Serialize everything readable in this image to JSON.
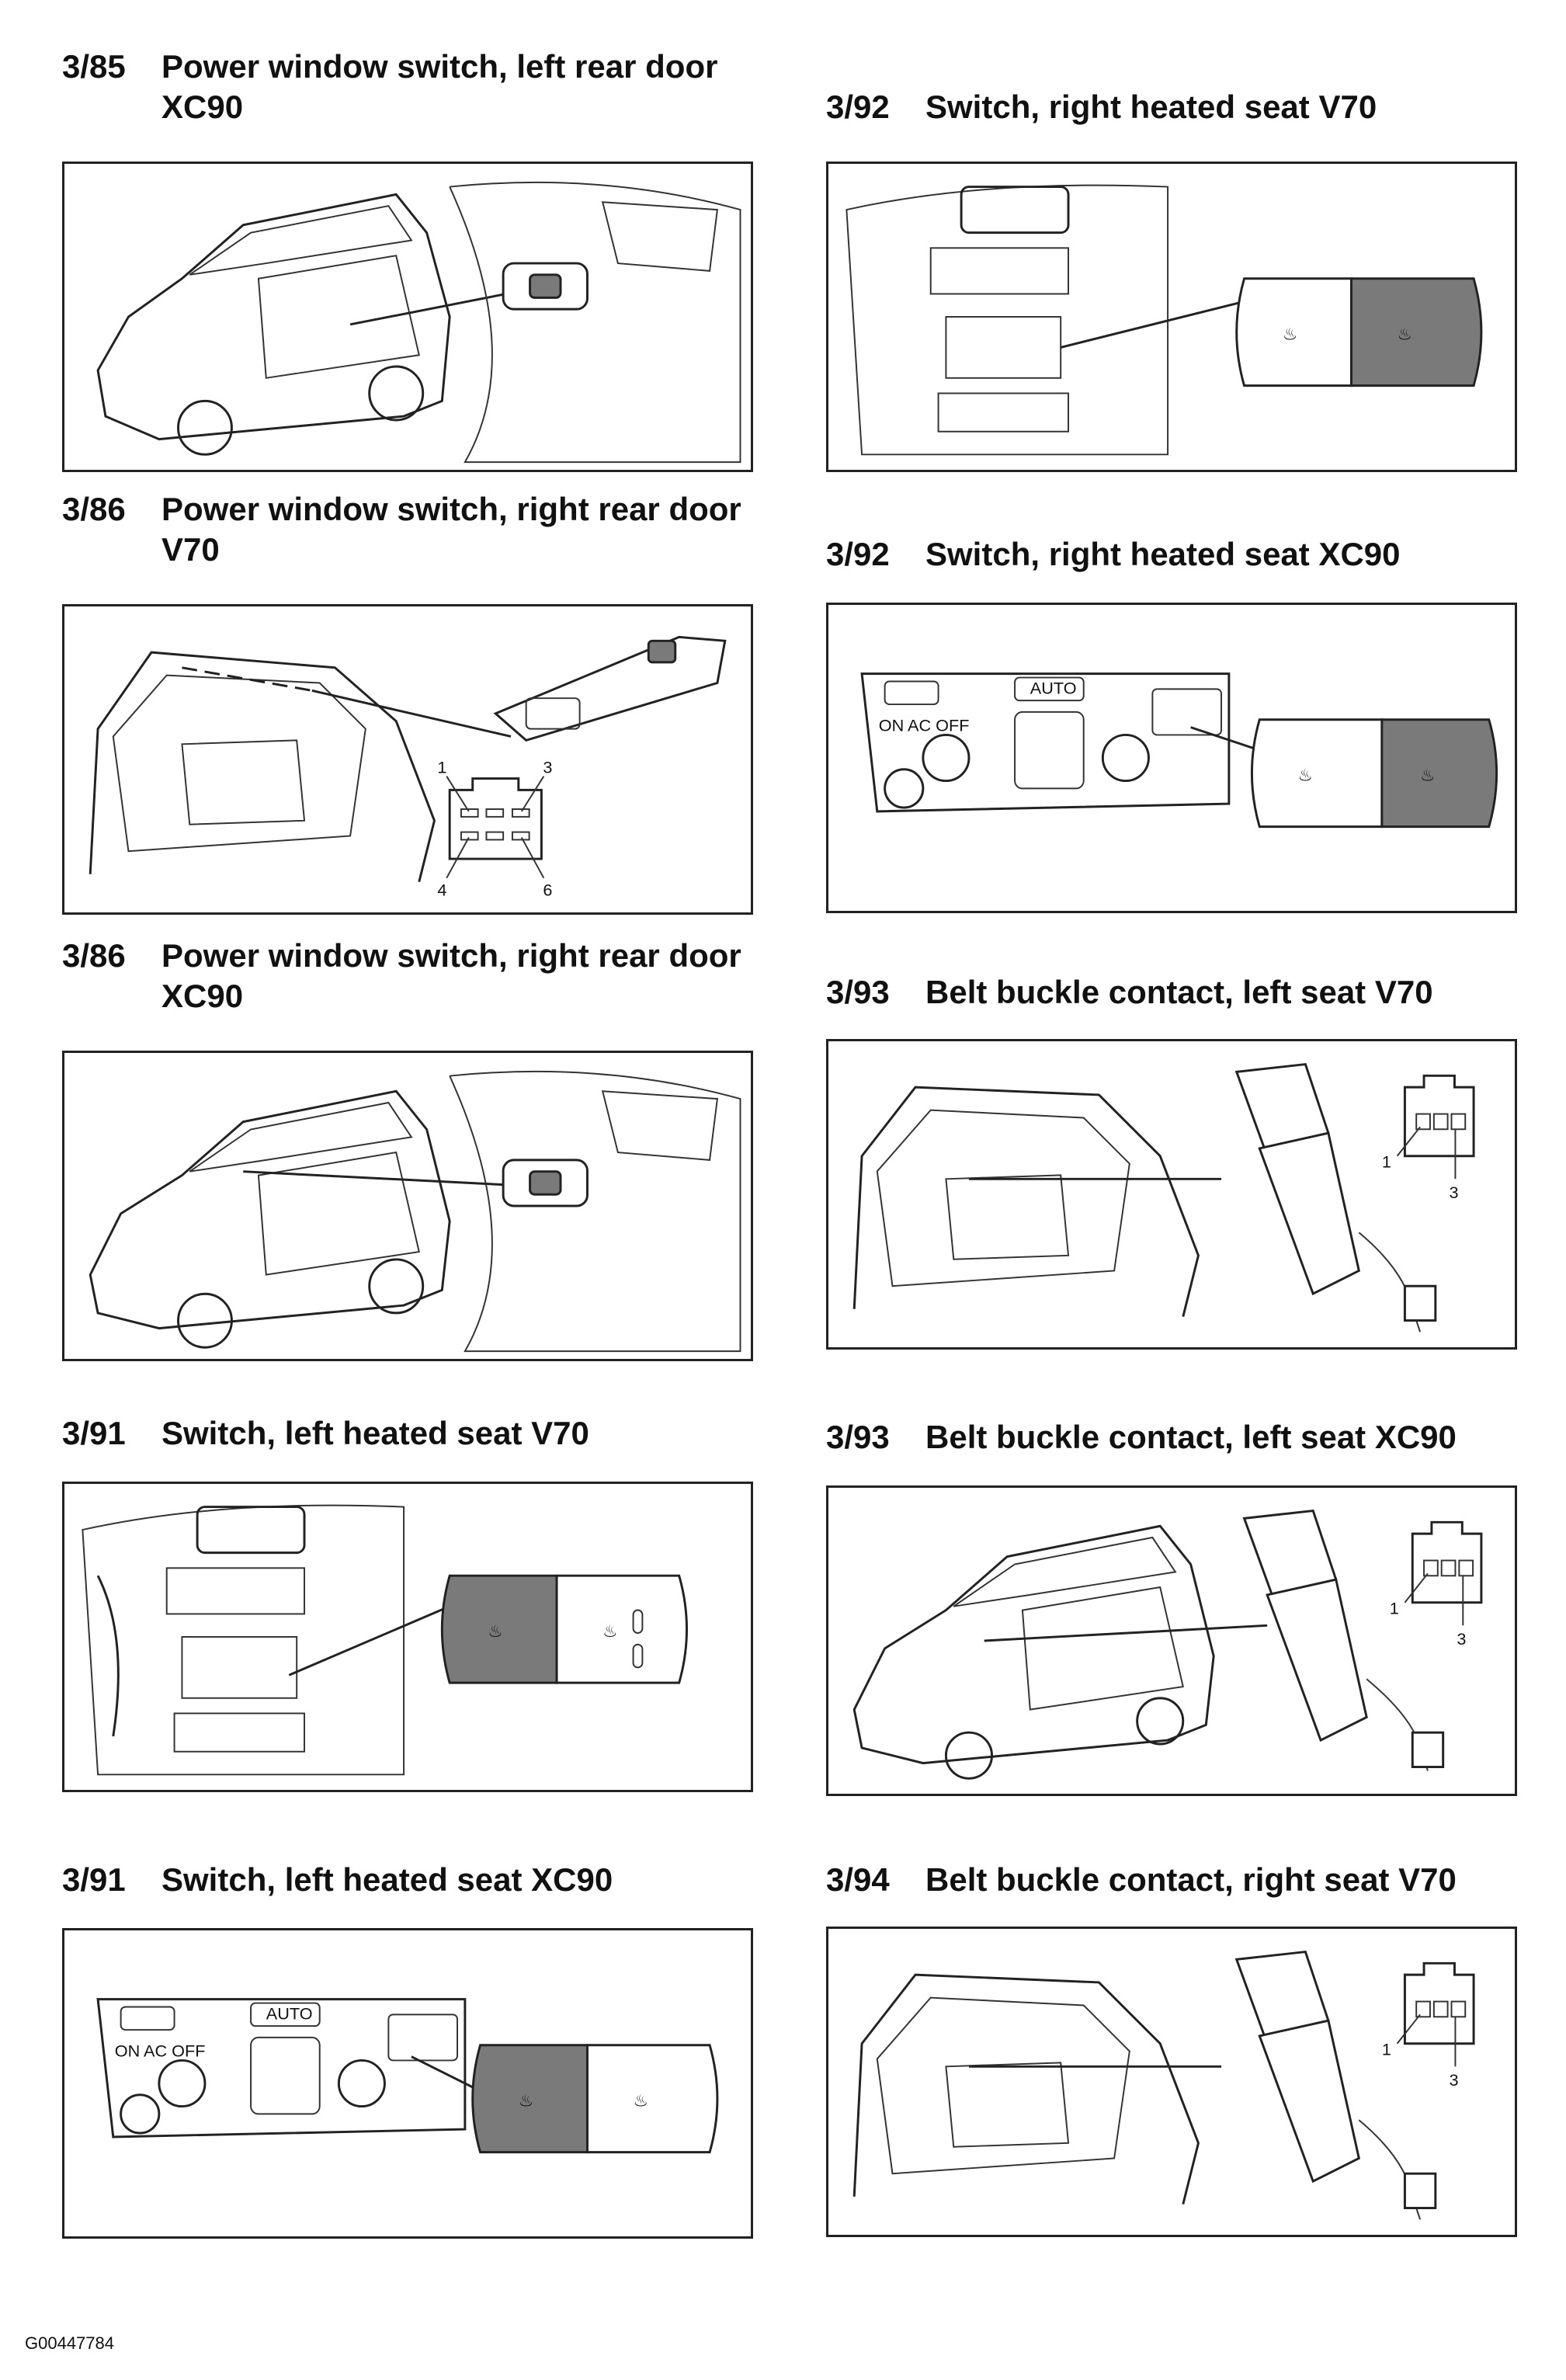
{
  "entries": [
    {
      "num": "3/85",
      "title": "Power window switch, left rear door",
      "model": "XC90"
    },
    {
      "num": "3/86",
      "title": "Power window switch, right rear door",
      "model": "V70",
      "pins": [
        "1",
        "3",
        "4",
        "6"
      ]
    },
    {
      "num": "3/86",
      "title": "Power window switch, right rear door",
      "model": "XC90"
    },
    {
      "num": "3/91",
      "title": "Switch, left heated seat V70",
      "model": ""
    },
    {
      "num": "3/91",
      "title": "Switch, left heated seat XC90",
      "model": ""
    },
    {
      "num": "3/92",
      "title": "Switch, right heated seat V70",
      "model": ""
    },
    {
      "num": "3/92",
      "title": "Switch, right heated seat XC90",
      "model": ""
    },
    {
      "num": "3/93",
      "title": "Belt buckle contact, left seat V70",
      "model": "",
      "pins": [
        "1",
        "3"
      ]
    },
    {
      "num": "3/93",
      "title": "Belt buckle contact, left seat XC90",
      "model": "",
      "pins": [
        "1",
        "3"
      ]
    },
    {
      "num": "3/94",
      "title": "Belt buckle contact, right seat V70",
      "model": "",
      "pins": [
        "1",
        "3"
      ]
    }
  ],
  "hvac_labels": {
    "auto": "AUTO",
    "on_ac_off": "ON AC OFF"
  },
  "footer_code": "G00447784"
}
